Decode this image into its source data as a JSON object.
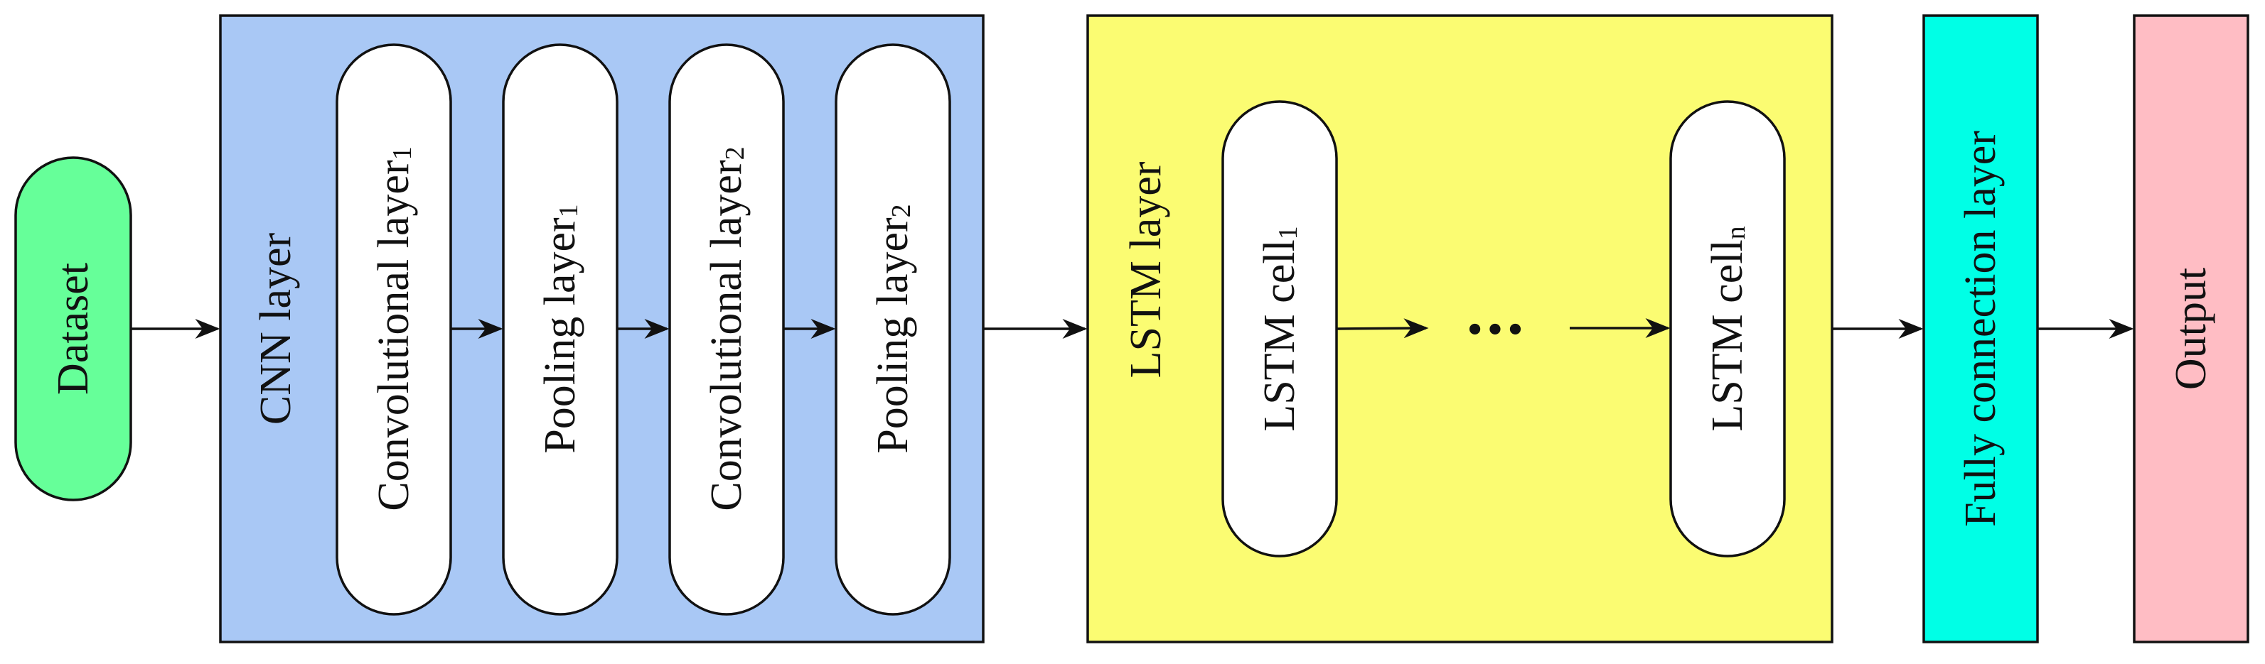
{
  "diagram": {
    "dataset": {
      "label": "Dataset",
      "color": "#66ff99"
    },
    "cnn": {
      "label": "CNN layer",
      "color": "#a9c8f5",
      "layers": [
        {
          "name": "Convolutional layer",
          "sub": "1"
        },
        {
          "name": "Pooling layer",
          "sub": "1"
        },
        {
          "name": "Convolutional layer",
          "sub": "2"
        },
        {
          "name": "Pooling layer",
          "sub": "2"
        }
      ]
    },
    "lstm": {
      "label": "LSTM layer",
      "color": "#fbfc72",
      "cells": [
        {
          "name": "LSTM cell",
          "sub": "1"
        },
        {
          "name": "LSTM cell",
          "sub": "n"
        }
      ],
      "ellipsis": "•••"
    },
    "fc": {
      "label": "Fully connection layer",
      "color": "#00ffe6"
    },
    "output": {
      "label": "Output",
      "color": "#ffbdc4"
    }
  }
}
